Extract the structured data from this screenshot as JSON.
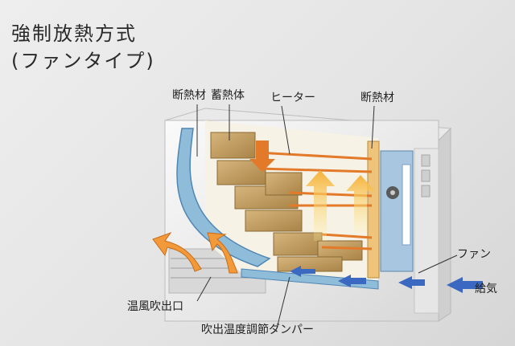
{
  "title": {
    "line1": "強制放熱方式",
    "line2": "(ファンタイプ)"
  },
  "labels": {
    "insulation_left": "断熱材",
    "heat_storage": "蓄熱体",
    "heater": "ヒーター",
    "insulation_right": "断熱材",
    "fan": "ファン",
    "air_intake": "給気",
    "warm_air_outlet": "温風吹出口",
    "damper": "吹出温度調節ダンパー"
  },
  "colors": {
    "insulation": "#8fbcd9",
    "brick": "#c9a56a",
    "heater_coil": "#e27a2a",
    "hot_air": "#f29a3a",
    "cool_air": "#3b68c0",
    "casing": "#f2f2f2"
  }
}
